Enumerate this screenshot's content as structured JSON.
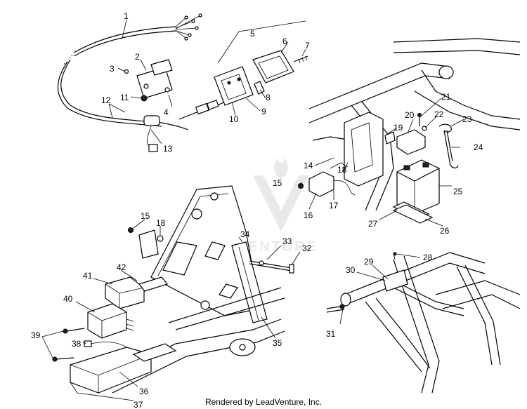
{
  "callouts": [
    "1",
    "2",
    "3",
    "4",
    "5",
    "6",
    "7",
    "8",
    "9",
    "10",
    "11",
    "12",
    "13",
    "14",
    "15",
    "16",
    "17",
    "18",
    "19",
    "20",
    "21",
    "22",
    "23",
    "24",
    "25",
    "26",
    "27",
    "28",
    "29",
    "30",
    "31",
    "32",
    "33",
    "34",
    "35",
    "36",
    "37",
    "38",
    "39",
    "40",
    "41",
    "42",
    "15",
    "18"
  ],
  "watermark_text": "LEADVENTURE",
  "footer": "Rendered by LeadVenture, Inc."
}
